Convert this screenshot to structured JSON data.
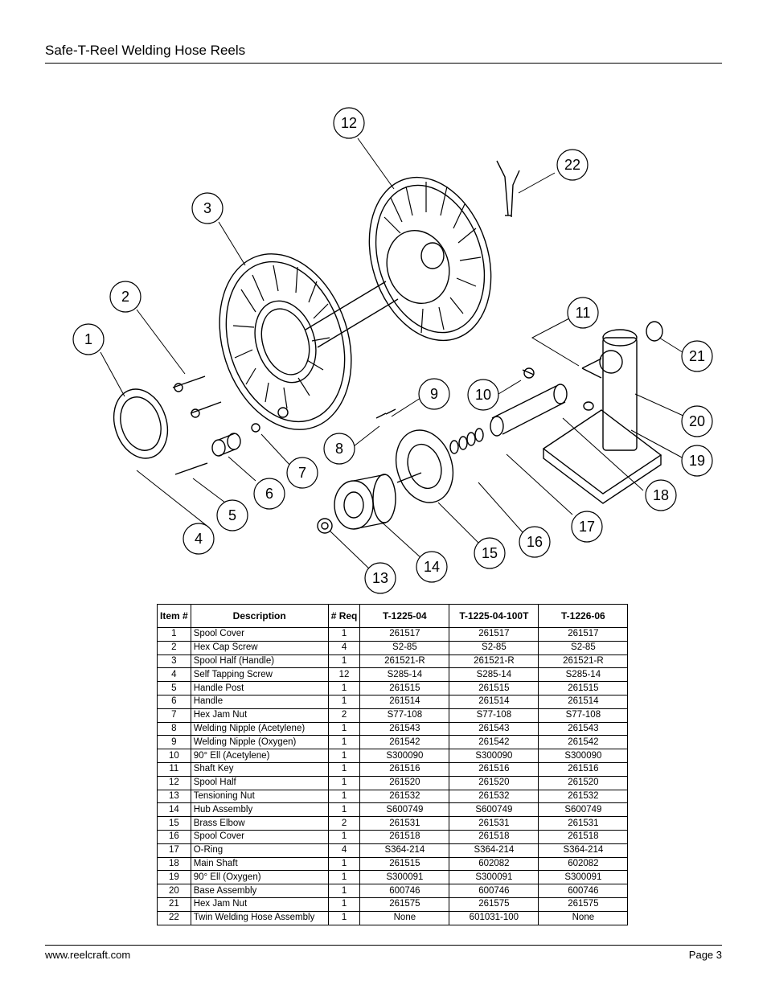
{
  "header": {
    "title": "Safe-T-Reel Welding Hose Reels"
  },
  "footer": {
    "url": "www.reelcraft.com",
    "page": "Page 3"
  },
  "diagram": {
    "callouts": [
      "1",
      "2",
      "3",
      "4",
      "5",
      "6",
      "7",
      "8",
      "9",
      "10",
      "11",
      "12",
      "13",
      "14",
      "15",
      "16",
      "17",
      "18",
      "19",
      "20",
      "21",
      "22"
    ]
  },
  "table": {
    "headers": {
      "item": "Item #",
      "description": "Description",
      "req": "# Req",
      "model_a": "T-1225-04",
      "model_b": "T-1225-04-100T",
      "model_c": "T-1226-06"
    },
    "rows": [
      {
        "item": "1",
        "desc": "Spool Cover",
        "req": "1",
        "a": "261517",
        "b": "261517",
        "c": "261517"
      },
      {
        "item": "2",
        "desc": "Hex Cap Screw",
        "req": "4",
        "a": "S2-85",
        "b": "S2-85",
        "c": "S2-85"
      },
      {
        "item": "3",
        "desc": "Spool Half (Handle)",
        "req": "1",
        "a": "261521-R",
        "b": "261521-R",
        "c": "261521-R"
      },
      {
        "item": "4",
        "desc": "Self Tapping Screw",
        "req": "12",
        "a": "S285-14",
        "b": "S285-14",
        "c": "S285-14"
      },
      {
        "item": "5",
        "desc": "Handle Post",
        "req": "1",
        "a": "261515",
        "b": "261515",
        "c": "261515"
      },
      {
        "item": "6",
        "desc": "Handle",
        "req": "1",
        "a": "261514",
        "b": "261514",
        "c": "261514"
      },
      {
        "item": "7",
        "desc": "Hex Jam Nut",
        "req": "2",
        "a": "S77-108",
        "b": "S77-108",
        "c": "S77-108"
      },
      {
        "item": "8",
        "desc": "Welding Nipple (Acetylene)",
        "req": "1",
        "a": "261543",
        "b": "261543",
        "c": "261543"
      },
      {
        "item": "9",
        "desc": "Welding Nipple (Oxygen)",
        "req": "1",
        "a": "261542",
        "b": "261542",
        "c": "261542"
      },
      {
        "item": "10",
        "desc": "90° Ell (Acetylene)",
        "req": "1",
        "a": "S300090",
        "b": "S300090",
        "c": "S300090"
      },
      {
        "item": "11",
        "desc": "Shaft Key",
        "req": "1",
        "a": "261516",
        "b": "261516",
        "c": "261516"
      },
      {
        "item": "12",
        "desc": "Spool Half",
        "req": "1",
        "a": "261520",
        "b": "261520",
        "c": "261520"
      },
      {
        "item": "13",
        "desc": "Tensioning Nut",
        "req": "1",
        "a": "261532",
        "b": "261532",
        "c": "261532"
      },
      {
        "item": "14",
        "desc": "Hub Assembly",
        "req": "1",
        "a": "S600749",
        "b": "S600749",
        "c": "S600749"
      },
      {
        "item": "15",
        "desc": "Brass Elbow",
        "req": "2",
        "a": "261531",
        "b": "261531",
        "c": "261531"
      },
      {
        "item": "16",
        "desc": "Spool Cover",
        "req": "1",
        "a": "261518",
        "b": "261518",
        "c": "261518"
      },
      {
        "item": "17",
        "desc": "O-Ring",
        "req": "4",
        "a": "S364-214",
        "b": "S364-214",
        "c": "S364-214"
      },
      {
        "item": "18",
        "desc": "Main Shaft",
        "req": "1",
        "a": "261515",
        "b": "602082",
        "c": "602082"
      },
      {
        "item": "19",
        "desc": "90° Ell (Oxygen)",
        "req": "1",
        "a": "S300091",
        "b": "S300091",
        "c": "S300091"
      },
      {
        "item": "20",
        "desc": "Base Assembly",
        "req": "1",
        "a": "600746",
        "b": "600746",
        "c": "600746"
      },
      {
        "item": "21",
        "desc": "Hex Jam Nut",
        "req": "1",
        "a": "261575",
        "b": "261575",
        "c": "261575"
      },
      {
        "item": "22",
        "desc": "Twin Welding Hose Assembly",
        "req": "1",
        "a": "None",
        "b": "601031-100",
        "c": "None"
      }
    ]
  }
}
